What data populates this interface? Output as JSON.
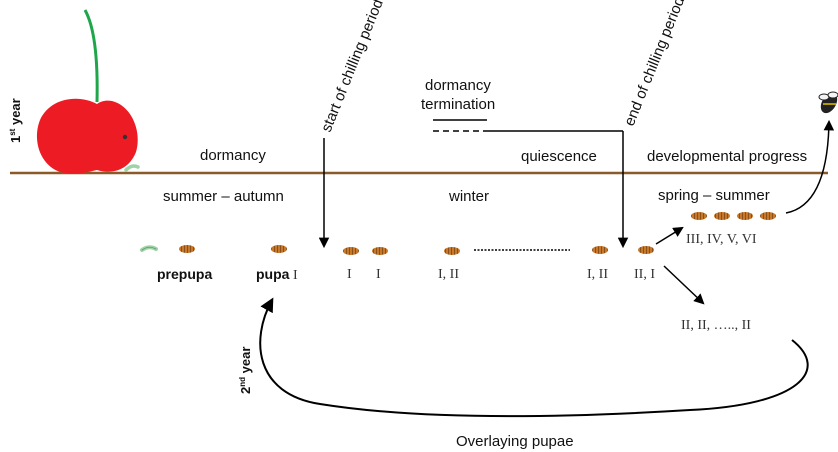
{
  "labels": {
    "first_year": "1st year",
    "first_year_base": "1",
    "first_year_sup": "st",
    "first_year_word": " year",
    "second_year_base": "2",
    "second_year_sup": "nd",
    "second_year_word": " year",
    "start_chilling": "start of chilling period",
    "end_chilling": "end of chilling period",
    "dormancy_termination_line1": "dormancy",
    "dormancy_termination_line2": "termination",
    "dormancy": "dormancy",
    "quiescence": "quiescence",
    "developmental_progress": "developmental progress",
    "summer_autumn": "summer – autumn",
    "winter": "winter",
    "spring_summer": "spring – summer",
    "prepupa": "prepupa",
    "pupa": "pupa",
    "pupa_stage": "I",
    "stage_I_a": "I",
    "stage_I_b": "I",
    "stage_I_II_a": "I, II",
    "stage_I_II_b": "I, II",
    "stage_II_I": "II, I",
    "stage_III_VI": "III, IV, V, VI",
    "stage_II_series": "II, II, ….., II",
    "overlaying_pupae": "Overlaying pupae"
  },
  "colors": {
    "ground": "#8B5A2B",
    "cherry": "#ED1C24",
    "stem": "#1FA64A",
    "pupa_fill": "#C8782A",
    "larva": "#9FD3A6",
    "arrow": "#000000"
  }
}
